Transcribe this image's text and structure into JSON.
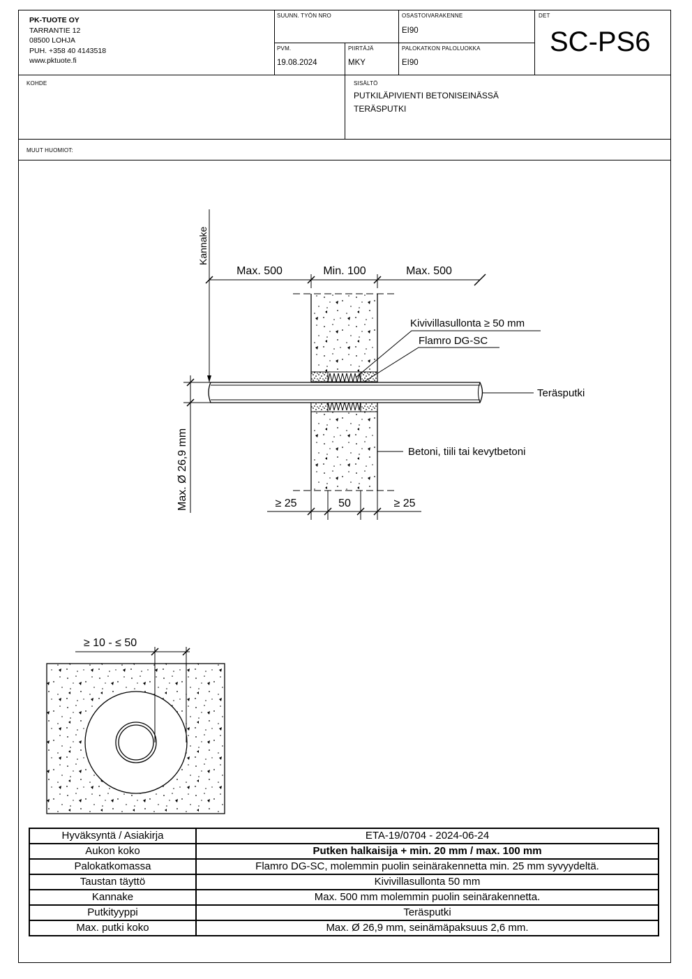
{
  "company": {
    "name": "PK-TUOTE OY",
    "street": "TARRANTIE 12",
    "city": "08500 LOHJA",
    "phone": "PUH. +358 40 4143518",
    "web": "www.pktuote.fi"
  },
  "title_block": {
    "work_no_label": "SUUNN. TYÖN NRO",
    "work_no_value": "",
    "component_label": "OSASTOIVARAKENNE",
    "component_value": "EI90",
    "det_label": "DET",
    "det_value": "SC-PS6",
    "date_label": "PVM.",
    "date_value": "19.08.2024",
    "drawer_label": "PIIRTÄJÄ",
    "drawer_value": "MKY",
    "fire_class_label": "PALOKATKON PALOLUOKKA",
    "fire_class_value": "EI90",
    "target_label": "KOHDE",
    "target_value": "",
    "content_label": "SISÄLTÖ",
    "content_line1": "PUTKILÄPIVIENTI BETONISEINÄSSÄ",
    "content_line2": "TERÄSPUTKI",
    "notes_label": "MUUT HUOMIOT:"
  },
  "drawing": {
    "kannake": "Kannake",
    "dim_max500_left": "Max. 500",
    "dim_min100": "Min. 100",
    "dim_max500_right": "Max. 500",
    "label_kivivilla": "Kivivillasullonta ≥ 50 mm",
    "label_flamro": "Flamro DG-SC",
    "label_terasputki": "Teräsputki",
    "label_betoni": "Betoni, tiili tai kevytbetoni",
    "dim_pipe": "Max. Ø 26,9 mm",
    "dim_ge25_left": "≥ 25",
    "dim_50": "50",
    "dim_ge25_right": "≥ 25",
    "dim_gap": "≥ 10 - ≤ 50"
  },
  "info_table": [
    {
      "key": "Hyväksyntä / Asiakirja",
      "value": "ETA-19/0704 - 2024-06-24",
      "bold": false
    },
    {
      "key": "Aukon koko",
      "value": "Putken halkaisija + min. 20 mm / max. 100 mm",
      "bold": true
    },
    {
      "key": "Palokatkomassa",
      "value": "Flamro DG-SC, molemmin puolin seinärakennetta min. 25 mm syvyydeltä.",
      "bold": false
    },
    {
      "key": "Taustan täyttö",
      "value": "Kivivillasullonta 50 mm",
      "bold": false
    },
    {
      "key": "Kannake",
      "value": "Max. 500 mm molemmin puolin seinärakennetta.",
      "bold": false
    },
    {
      "key": "Putkityyppi",
      "value": "Teräsputki",
      "bold": false
    },
    {
      "key": "Max. putki koko",
      "value": "Max. Ø 26,9 mm, seinämäpaksuus 2,6 mm.",
      "bold": false
    }
  ]
}
